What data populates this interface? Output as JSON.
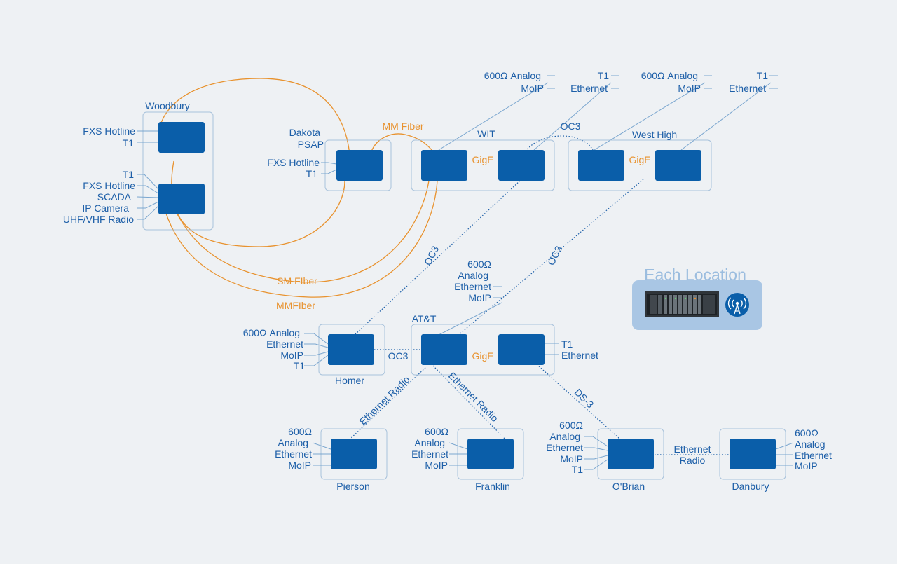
{
  "title": "Each Location",
  "sites": {
    "woodbury": "Woodbury",
    "dakota": [
      "Dakota",
      "PSAP"
    ],
    "wit": "WIT",
    "west_high": "West High",
    "homer": "Homer",
    "att": "AT&T",
    "pierson": "Pierson",
    "franklin": "Franklin",
    "obrian": "O'Brian",
    "danbury": "Danbury"
  },
  "ports": {
    "woodbury_top": [
      "FXS Hotline",
      "T1"
    ],
    "woodbury_bottom": [
      "T1",
      "FXS Hotline",
      "SCADA",
      "IP Camera",
      "UHF/VHF Radio"
    ],
    "dakota": [
      "FXS Hotline",
      "T1"
    ],
    "wit_top_left": [
      "600Ω Analog",
      "MoIP"
    ],
    "wit_top_right": [
      "T1",
      "Ethernet"
    ],
    "west_high_top_left": [
      "600Ω Analog",
      "MoIP"
    ],
    "west_high_top_right": [
      "T1",
      "Ethernet"
    ],
    "att_top": [
      "600Ω",
      "Analog",
      "Ethernet",
      "MoIP"
    ],
    "att_right": [
      "T1",
      "Ethernet"
    ],
    "homer": [
      "600Ω Analog",
      "Ethernet",
      "MoIP",
      "T1"
    ],
    "pierson": [
      "600Ω",
      "Analog",
      "Ethernet",
      "MoIP"
    ],
    "franklin": [
      "600Ω",
      "Analog",
      "Ethernet",
      "MoIP"
    ],
    "obrian": [
      "600Ω",
      "Analog",
      "Ethernet",
      "MoIP",
      "T1"
    ],
    "danbury": [
      "600Ω",
      "Analog",
      "Ethernet",
      "MoIP"
    ]
  },
  "links": {
    "gige": "GigE",
    "oc3": "OC3",
    "mm_fiber": "MM Fiber",
    "sm_fiber": "SM FIber",
    "mmfiber": "MMFIber",
    "ethernet_radio": "Ethernet Radio",
    "ds3": "DS-3",
    "eth_radio_split": [
      "Ethernet",
      "Radio"
    ]
  },
  "icons": {
    "chassis": "rack-chassis-icon",
    "radio": "wireless-tower-icon"
  },
  "colors": {
    "background": "#eef1f4",
    "device": "#0a5ea9",
    "label": "#1d5fa8",
    "fiber": "#e8922e",
    "frame": "#a8c2db",
    "legend_bg": "#a9c6e4",
    "title": "#9bbddf"
  }
}
